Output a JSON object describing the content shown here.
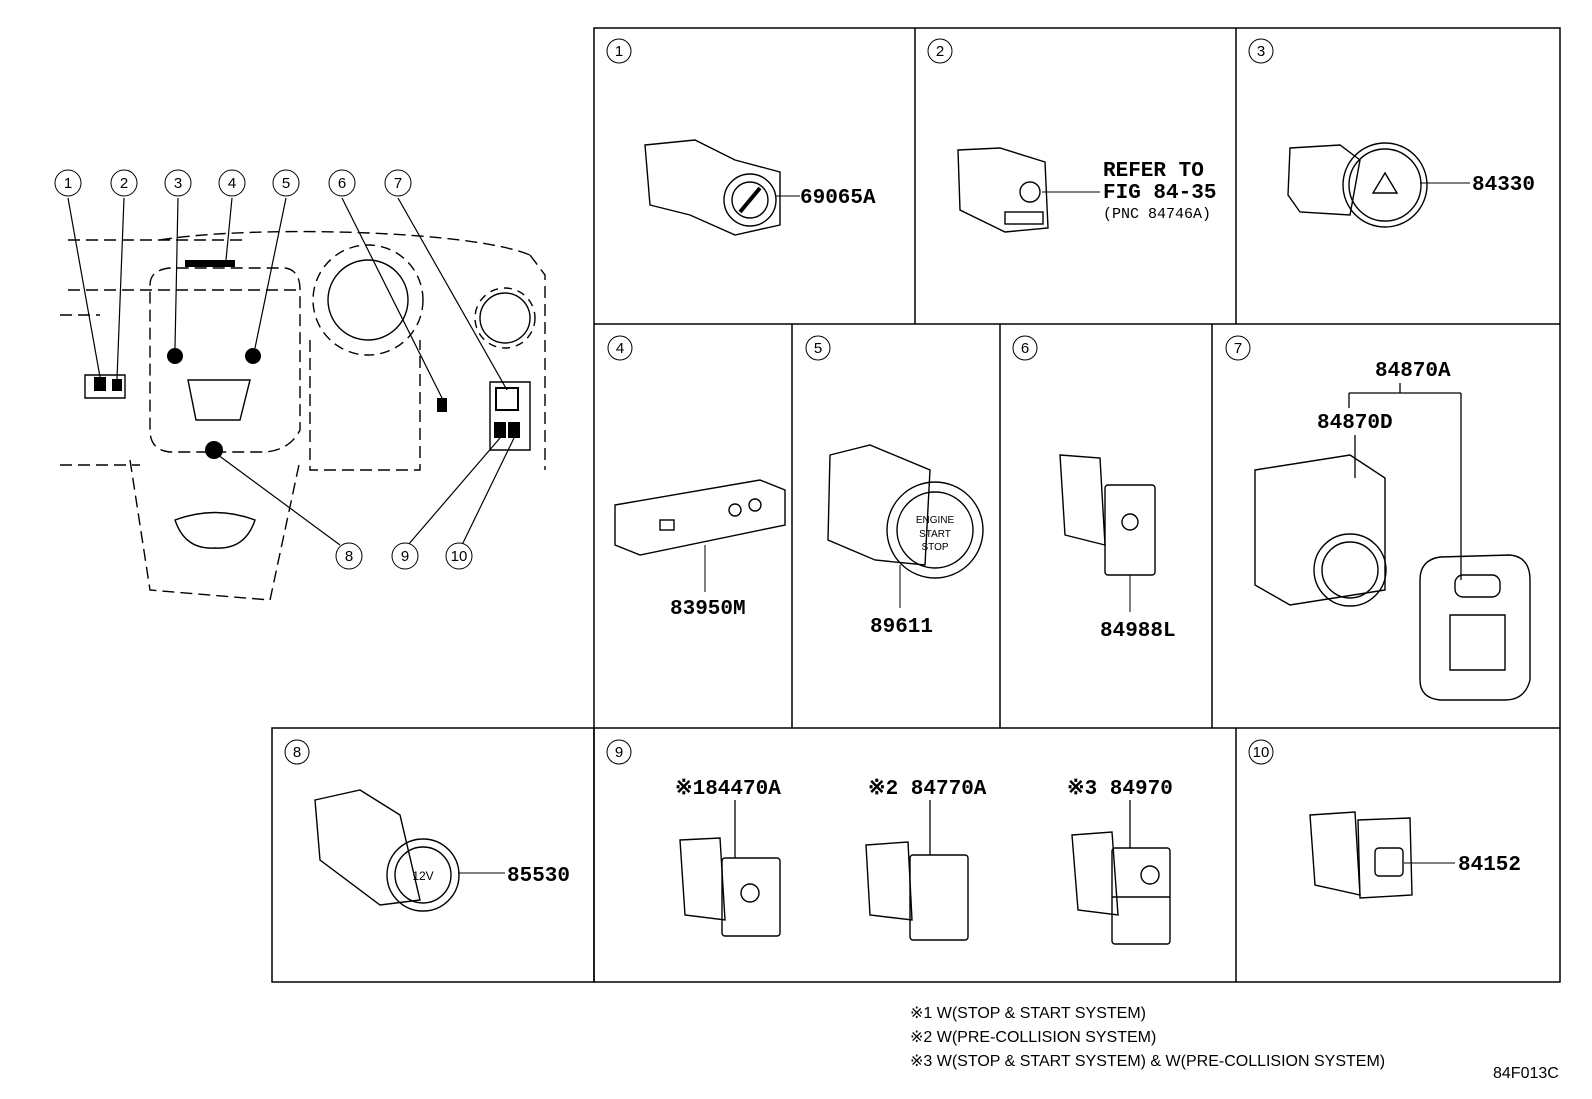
{
  "overview_callouts": [
    "1",
    "2",
    "3",
    "4",
    "5",
    "6",
    "7",
    "8",
    "9",
    "10"
  ],
  "panels": [
    {
      "num": "1",
      "parts": [
        "69065A"
      ]
    },
    {
      "num": "2",
      "refer": [
        "REFER TO",
        "FIG 84-35",
        "(PNC 84746A)"
      ]
    },
    {
      "num": "3",
      "parts": [
        "84330"
      ]
    },
    {
      "num": "4",
      "parts": [
        "83950M"
      ]
    },
    {
      "num": "5",
      "parts": [
        "89611"
      ]
    },
    {
      "num": "6",
      "parts": [
        "84988L"
      ]
    },
    {
      "num": "7",
      "parts": [
        "84870A",
        "84870D"
      ]
    },
    {
      "num": "8",
      "parts": [
        "85530"
      ]
    },
    {
      "num": "9",
      "parts": [
        "※184470A",
        "※2 84770A",
        "※3 84970"
      ]
    },
    {
      "num": "10",
      "parts": [
        "84152"
      ]
    }
  ],
  "footnotes": [
    "※1 W(STOP & START SYSTEM)",
    "※2 W(PRE-COLLISION SYSTEM)",
    "※3 W(STOP & START SYSTEM) & W(PRE-COLLISION SYSTEM)"
  ],
  "figure_code": "84F013C",
  "icons": [
    "dashboard-overview",
    "switch-part-drawings"
  ]
}
